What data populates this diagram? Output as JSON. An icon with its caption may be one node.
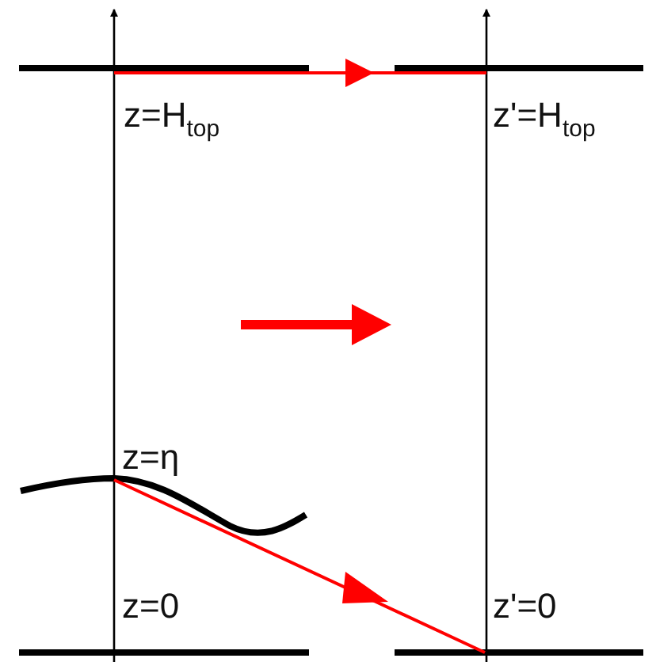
{
  "diagram": {
    "labels": [
      "z=H$_{top}$",
      "z'=H$_{top}$",
      "z=η",
      "z=0",
      "z'=0"
    ]
  }
}
